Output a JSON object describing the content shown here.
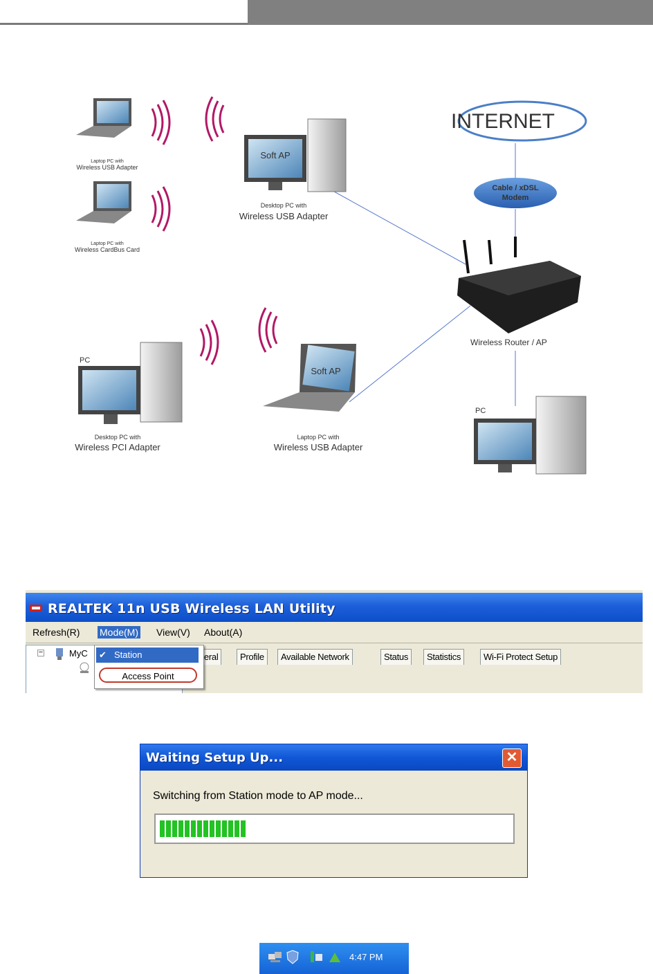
{
  "diagram": {
    "internet": "INTERNET",
    "modem": [
      "Cable / xDSL",
      "Modem"
    ],
    "router": "Wireless Router / AP",
    "laptop1": {
      "line1": "Laptop PC with",
      "line2": "Wireless USB Adapter"
    },
    "laptop2": {
      "line1": "Laptop PC with",
      "line2": "Wireless CardBus Card"
    },
    "desktop_softap": {
      "screen": "Soft AP",
      "line1": "Desktop PC with",
      "line2": "Wireless USB Adapter"
    },
    "pc_pci": {
      "tag": "PC",
      "line1": "Desktop PC with",
      "line2": "Wireless PCI Adapter"
    },
    "laptop_softap": {
      "screen": "Soft AP",
      "line1": "Laptop PC with",
      "line2": "Wireless USB Adapter"
    },
    "pc_wired": {
      "tag": "PC"
    }
  },
  "utility": {
    "title": "REALTEK 11n USB Wireless LAN Utility",
    "menu": [
      "Refresh(R)",
      "Mode(M)",
      "View(V)",
      "About(A)"
    ],
    "tree_label": "MyC",
    "tabs": [
      "neral",
      "Profile",
      "Available Network",
      "Status",
      "Statistics",
      "Wi-Fi Protect Setup"
    ],
    "dropdown": {
      "checked": "✔",
      "station": "Station",
      "access_point": "Access Point"
    }
  },
  "dialog": {
    "title": "Waiting Setup Up...",
    "close": "✕",
    "message": "Switching from Station mode to AP mode...",
    "progress": 0.25,
    "bar_color": "#22c322"
  },
  "tray": {
    "time": "4:47 PM"
  }
}
